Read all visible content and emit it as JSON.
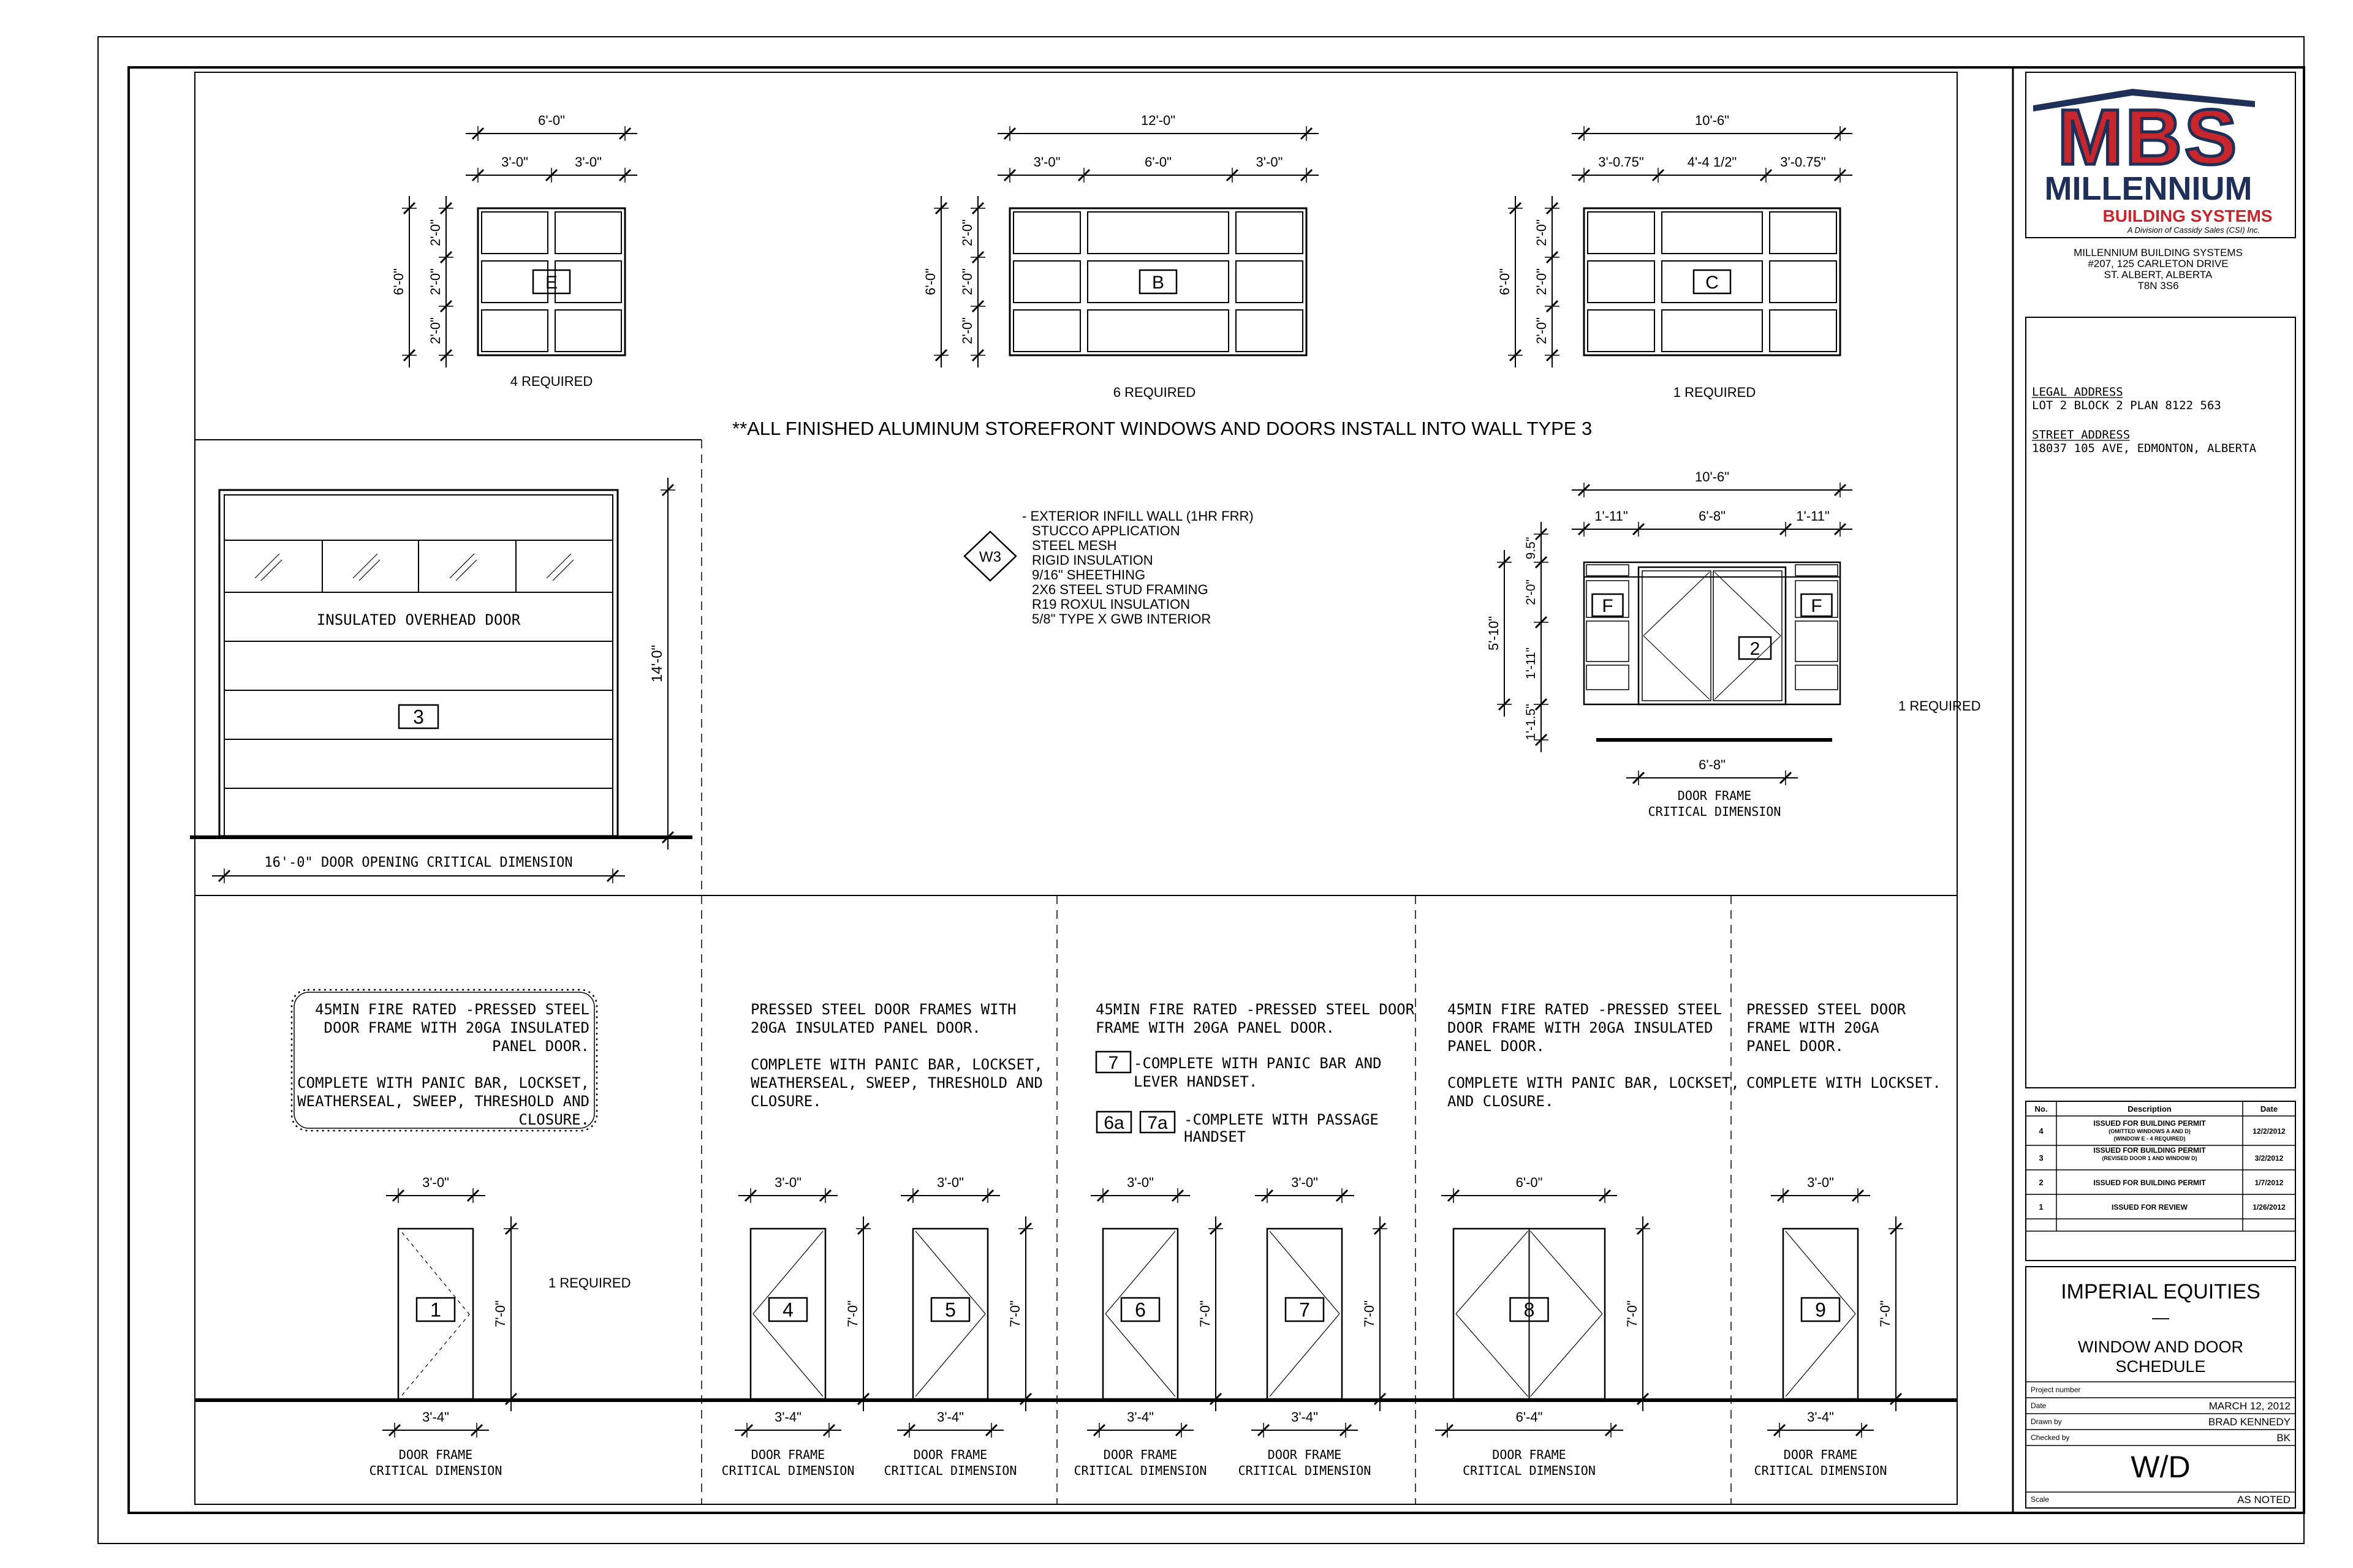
{
  "windows": [
    {
      "mark": "E",
      "overall": "6'-0\"",
      "bays": [
        "3'-0\"",
        "3'-0\""
      ],
      "height": "6'-0\"",
      "rows": [
        "2'-0\"",
        "2'-0\"",
        "2'-0\""
      ],
      "required": "4 REQUIRED"
    },
    {
      "mark": "B",
      "overall": "12'-0\"",
      "bays": [
        "3'-0\"",
        "6'-0\"",
        "3'-0\""
      ],
      "height": "6'-0\"",
      "rows": [
        "2'-0\"",
        "2'-0\"",
        "2'-0\""
      ],
      "required": "6 REQUIRED"
    },
    {
      "mark": "C",
      "overall": "10'-6\"",
      "bays": [
        "3'-0.75\"",
        "4'-4 1/2\"",
        "3'-0.75\""
      ],
      "height": "6'-0\"",
      "rows": [
        "2'-0\"",
        "2'-0\"",
        "2'-0\""
      ],
      "required": "1 REQUIRED"
    }
  ],
  "general_note": "**ALL FINISHED ALUMINUM STOREFRONT WINDOWS AND DOORS INSTALL INTO WALL TYPE 3",
  "overhead_door": {
    "label": "INSULATED OVERHEAD DOOR",
    "mark": "3",
    "height": "14'-0\"",
    "width_note": "16'-0\" DOOR OPENING CRITICAL DIMENSION"
  },
  "wall_type": {
    "tag": "W3",
    "lines": [
      "- EXTERIOR INFILL WALL (1HR FRR)",
      "STUCCO APPLICATION",
      "STEEL MESH",
      "RIGID INSULATION",
      "9/16\" SHEETHING",
      "2X6 STEEL STUD FRAMING",
      "R19 ROXUL INSULATION",
      "5/8\" TYPE X GWB INTERIOR"
    ]
  },
  "storefront": {
    "overall": "10'-6\"",
    "bays": [
      "1'-11\"",
      "6'-8\"",
      "1'-11\""
    ],
    "heights": [
      "9.5\"",
      "2'-0\"",
      "1'-11\"",
      "1'-1.5\""
    ],
    "total_height": "5'-10\"",
    "sidelite_mark": "F",
    "door_mark": "2",
    "required": "1 REQUIRED",
    "frame_dim": "6'-8\"",
    "frame_note": [
      "DOOR FRAME",
      "CRITICAL DIMENSION"
    ]
  },
  "door_notes": [
    {
      "lines": [
        "45MIN FIRE RATED -PRESSED STEEL",
        "DOOR FRAME WITH 20GA INSULATED",
        "PANEL DOOR.",
        "",
        "COMPLETE WITH PANIC BAR, LOCKSET,",
        "WEATHERSEAL, SWEEP, THRESHOLD AND",
        "CLOSURE."
      ]
    },
    {
      "lines": [
        "PRESSED STEEL DOOR FRAMES WITH",
        "20GA INSULATED PANEL DOOR.",
        "",
        "COMPLETE WITH PANIC BAR, LOCKSET,",
        "WEATHERSEAL, SWEEP, THRESHOLD AND",
        "CLOSURE."
      ]
    },
    {
      "lines": [
        "45MIN FIRE RATED -PRESSED STEEL DOOR",
        "FRAME WITH 20GA PANEL DOOR."
      ],
      "sub1_tag": "7",
      "sub1": [
        "-COMPLETE WITH PANIC BAR AND",
        "LEVER HANDSET."
      ],
      "sub2_tags": [
        "6a",
        "7a"
      ],
      "sub2": [
        "-COMPLETE WITH PASSAGE",
        "HANDSET"
      ]
    },
    {
      "lines": [
        "45MIN FIRE RATED -PRESSED STEEL",
        "DOOR FRAME WITH 20GA INSULATED",
        "PANEL DOOR.",
        "",
        "COMPLETE WITH PANIC BAR, LOCKSET,",
        "AND CLOSURE."
      ]
    },
    {
      "lines": [
        "PRESSED STEEL DOOR",
        "FRAME WITH   20GA",
        "PANEL DOOR.",
        "",
        "COMPLETE WITH LOCKSET."
      ]
    }
  ],
  "doors": [
    {
      "mark": "1",
      "width": "3'-0\"",
      "height": "7'-0\"",
      "frame": "3'-4\"",
      "swing": "left"
    },
    {
      "mark": "4",
      "width": "3'-0\"",
      "height": "7'-0\"",
      "frame": "3'-4\"",
      "swing": "left"
    },
    {
      "mark": "5",
      "width": "3'-0\"",
      "height": "7'-0\"",
      "frame": "3'-4\"",
      "swing": "right"
    },
    {
      "mark": "6",
      "width": "3'-0\"",
      "height": "7'-0\"",
      "frame": "3'-4\"",
      "swing": "left"
    },
    {
      "mark": "7",
      "width": "3'-0\"",
      "height": "7'-0\"",
      "frame": "3'-4\"",
      "swing": "right"
    },
    {
      "mark": "8",
      "width": "6'-0\"",
      "height": "7'-0\"",
      "frame": "6'-4\"",
      "swing": "double"
    },
    {
      "mark": "9",
      "width": "3'-0\"",
      "height": "7'-0\"",
      "frame": "3'-4\"",
      "swing": "right"
    }
  ],
  "door1_required": "1 REQUIRED",
  "door_frame_note": [
    "DOOR FRAME",
    "CRITICAL DIMENSION"
  ],
  "title_block": {
    "logo_letters": "MBS",
    "logo_word1": "MILLENNIUM",
    "logo_word2": "BUILDING SYSTEMS",
    "logo_tag": "A Division of Cassidy Sales (CSI) Inc.",
    "company": [
      "MILLENNIUM BUILDING SYSTEMS",
      "#207, 125 CARLETON DRIVE",
      "ST. ALBERT,  ALBERTA",
      "T8N 3S6"
    ],
    "legal_label": "LEGAL ADDRESS",
    "legal_value": "LOT 2 BLOCK 2 PLAN 8122 563",
    "street_label": "STREET ADDRESS",
    "street_value": "18037 105 AVE, EDMONTON, ALBERTA",
    "revisions_header": [
      "No.",
      "Description",
      "Date"
    ],
    "revisions": [
      {
        "no": "4",
        "desc": [
          "ISSUED FOR BUILDING PERMIT",
          "(OMITTED WINDOWS A AND D)",
          "(WINDOW E - 4 REQUIRED)"
        ],
        "date": "12/2/2012"
      },
      {
        "no": "3",
        "desc": [
          "ISSUED FOR BUILDING PERMIT",
          "(REVISED DOOR 1 AND WINDOW D)"
        ],
        "date": "3/2/2012"
      },
      {
        "no": "2",
        "desc": [
          "ISSUED FOR BUILDING PERMIT"
        ],
        "date": "1/7/2012"
      },
      {
        "no": "1",
        "desc": [
          "ISSUED FOR REVIEW"
        ],
        "date": "1/26/2012"
      }
    ],
    "client": "IMPERIAL EQUITIES",
    "dash": "—",
    "sheet_title": [
      "WINDOW AND DOOR",
      "SCHEDULE"
    ],
    "fields": [
      {
        "label": "Project number",
        "value": ""
      },
      {
        "label": "Date",
        "value": "MARCH 12, 2012"
      },
      {
        "label": "Drawn by",
        "value": "BRAD KENNEDY"
      },
      {
        "label": "Checked by",
        "value": "BK"
      }
    ],
    "sheet_no": "W/D",
    "scale_label": "Scale",
    "scale_value": "AS NOTED"
  },
  "colors": {
    "brand_red": "#c8262d",
    "brand_navy": "#1e2f58",
    "ink": "#000000"
  }
}
